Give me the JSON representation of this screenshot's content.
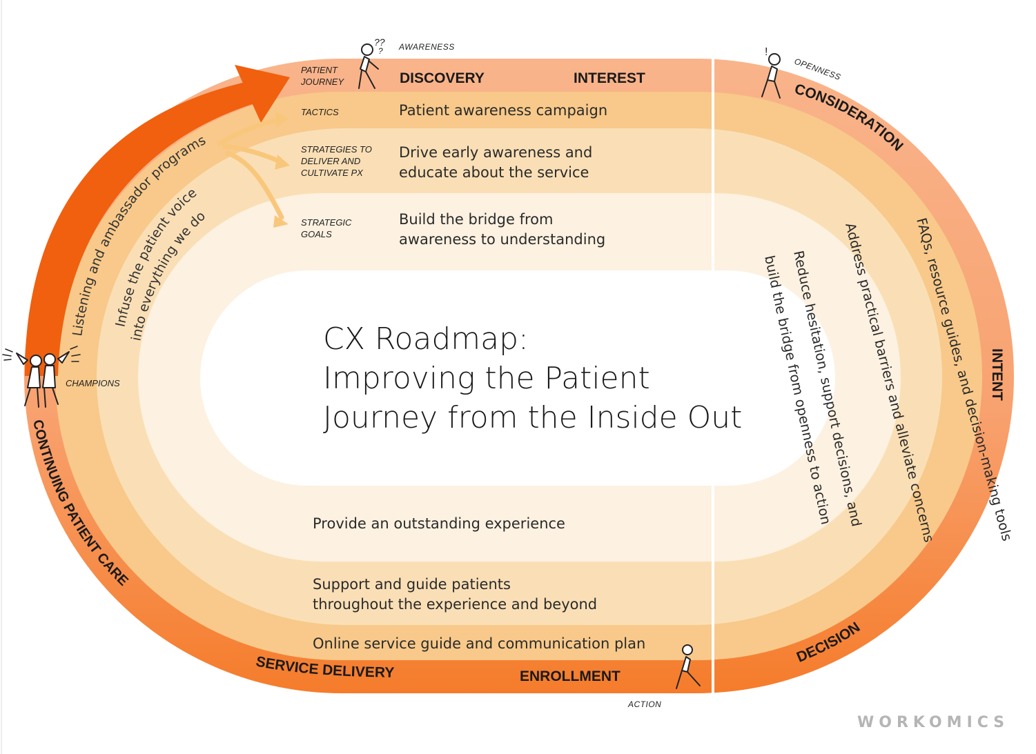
{
  "title": {
    "line1": "CX Roadmap:",
    "line2": "Improving the Patient",
    "line3": "Journey from the Inside Out"
  },
  "row_labels": {
    "patient_journey": [
      "PATIENT",
      "JOURNEY"
    ],
    "tactics": "TACTICS",
    "strategies": [
      "STRATEGIES TO",
      "DELIVER AND",
      "CULTIVATE PX"
    ],
    "strategic_goals": [
      "STRATEGIC",
      "GOALS"
    ]
  },
  "stages": {
    "discovery": "DISCOVERY",
    "interest": "INTEREST",
    "consideration": "CONSIDERATION",
    "intent": "INTENT",
    "decision": "DECISION",
    "enrollment": "ENROLLMENT",
    "service_delivery": "SERVICE DELIVERY",
    "continuing_care": "CONTINUING PATIENT CARE"
  },
  "mindsets": {
    "awareness": "AWARENESS",
    "openness": "OPENNESS",
    "action": "ACTION",
    "champions": "CHAMPIONS"
  },
  "top": {
    "tactic": "Patient awareness campaign",
    "strategy": [
      "Drive early awareness and",
      "educate about the service"
    ],
    "goal": [
      "Build the bridge from",
      "awareness to understanding"
    ]
  },
  "right": {
    "tactic": "FAQs, resource guides, and decision-making tools",
    "strategy": "Address practical barriers and alleviate concerns",
    "goal": [
      "Reduce hesitation, support decisions, and",
      "build the bridge from openness to action"
    ]
  },
  "bottom": {
    "tactic": "Online service guide and communication plan",
    "strategy": [
      "Support and guide patients",
      "throughout the experience and beyond"
    ],
    "goal": "Provide an outstanding experience"
  },
  "left": {
    "tactic": "Listening and ambassador programs",
    "strategy": [
      "Infuse the patient voice",
      "into everything we do"
    ]
  },
  "logo": "WORKOMICS",
  "colors": {
    "ring_outer_top": "#F9B48B",
    "ring_outer_bottom": "#F57C2B",
    "ring_tactics": "#F8C98A",
    "ring_strategies": "#FADFB6",
    "ring_goals": "#FDF1E1",
    "center": "#FFFFFF",
    "arrow": "#F0600F"
  }
}
